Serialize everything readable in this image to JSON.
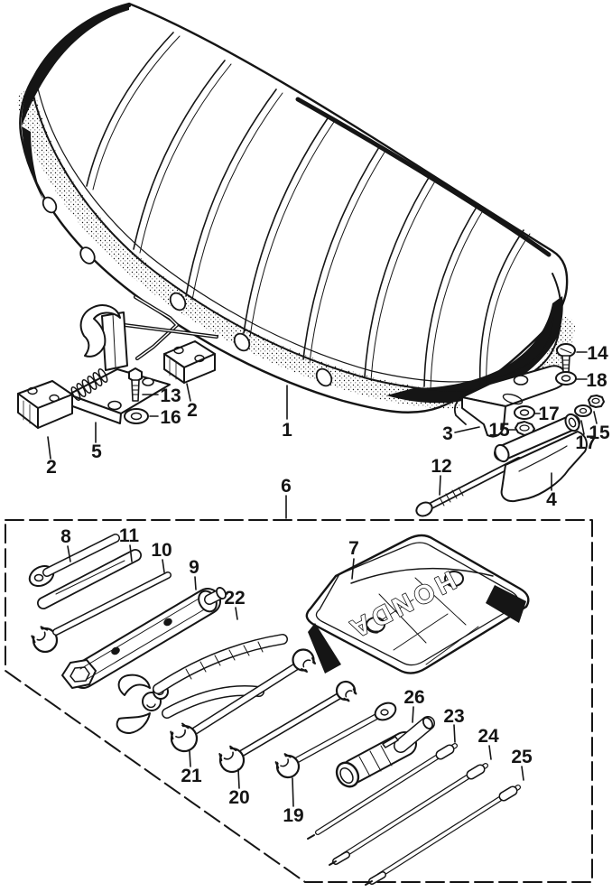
{
  "figure": {
    "type": "exploded-parts-diagram",
    "subject_top": "motorcycle seat assembly",
    "subject_bottom": "tool kit in dashed outline box",
    "paper": "#ffffff",
    "ink": "#151515"
  },
  "brand": {
    "pouch_text": "HONDA"
  },
  "callouts": {
    "n1": {
      "label": "1"
    },
    "n2a": {
      "label": "2"
    },
    "n2b": {
      "label": "2"
    },
    "n3": {
      "label": "3"
    },
    "n4": {
      "label": "4"
    },
    "n5": {
      "label": "5"
    },
    "n6": {
      "label": "6"
    },
    "n7": {
      "label": "7"
    },
    "n8": {
      "label": "8"
    },
    "n9": {
      "label": "9"
    },
    "n10": {
      "label": "10"
    },
    "n11": {
      "label": "11"
    },
    "n12": {
      "label": "12"
    },
    "n13": {
      "label": "13"
    },
    "n14": {
      "label": "14"
    },
    "n15a": {
      "label": "15"
    },
    "n15b": {
      "label": "15"
    },
    "n16": {
      "label": "16"
    },
    "n17a": {
      "label": "17"
    },
    "n17b": {
      "label": "17"
    },
    "n18": {
      "label": "18"
    },
    "n19": {
      "label": "19"
    },
    "n20": {
      "label": "20"
    },
    "n21": {
      "label": "21"
    },
    "n22": {
      "label": "22"
    },
    "n23": {
      "label": "23"
    },
    "n24": {
      "label": "24"
    },
    "n25": {
      "label": "25"
    },
    "n26": {
      "label": "26"
    }
  }
}
